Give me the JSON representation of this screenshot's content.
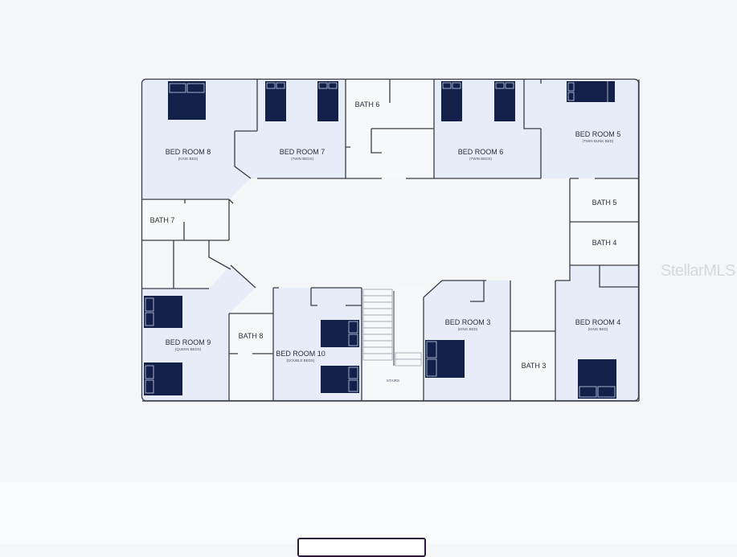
{
  "floorplan": {
    "rooms": {
      "br8": {
        "name": "BED ROOM 8",
        "bed": "(KING BED)"
      },
      "br7": {
        "name": "BED ROOM 7",
        "bed": "(TWIN BEDS)"
      },
      "br6": {
        "name": "BED ROOM 6",
        "bed": "(TWIN BEDS)"
      },
      "br5": {
        "name": "BED ROOM 5",
        "bed": "(TWIN BUNK BED)"
      },
      "br9": {
        "name": "BED ROOM 9",
        "bed": "(QUEEN BEDS)"
      },
      "br10": {
        "name": "BED ROOM 10",
        "bed": "(DOUBLE BEDS)"
      },
      "br3": {
        "name": "BED ROOM 3",
        "bed": "(KING BED)"
      },
      "br4": {
        "name": "BED ROOM 4",
        "bed": "(KING BED)"
      },
      "bath6": "BATH 6",
      "bath7": "BATH 7",
      "bath5": "BATH 5",
      "bath4": "BATH 4",
      "bath8": "BATH 8",
      "bath3": "BATH 3",
      "stairs": "STAIRS"
    }
  },
  "watermark": "StellarMLS"
}
